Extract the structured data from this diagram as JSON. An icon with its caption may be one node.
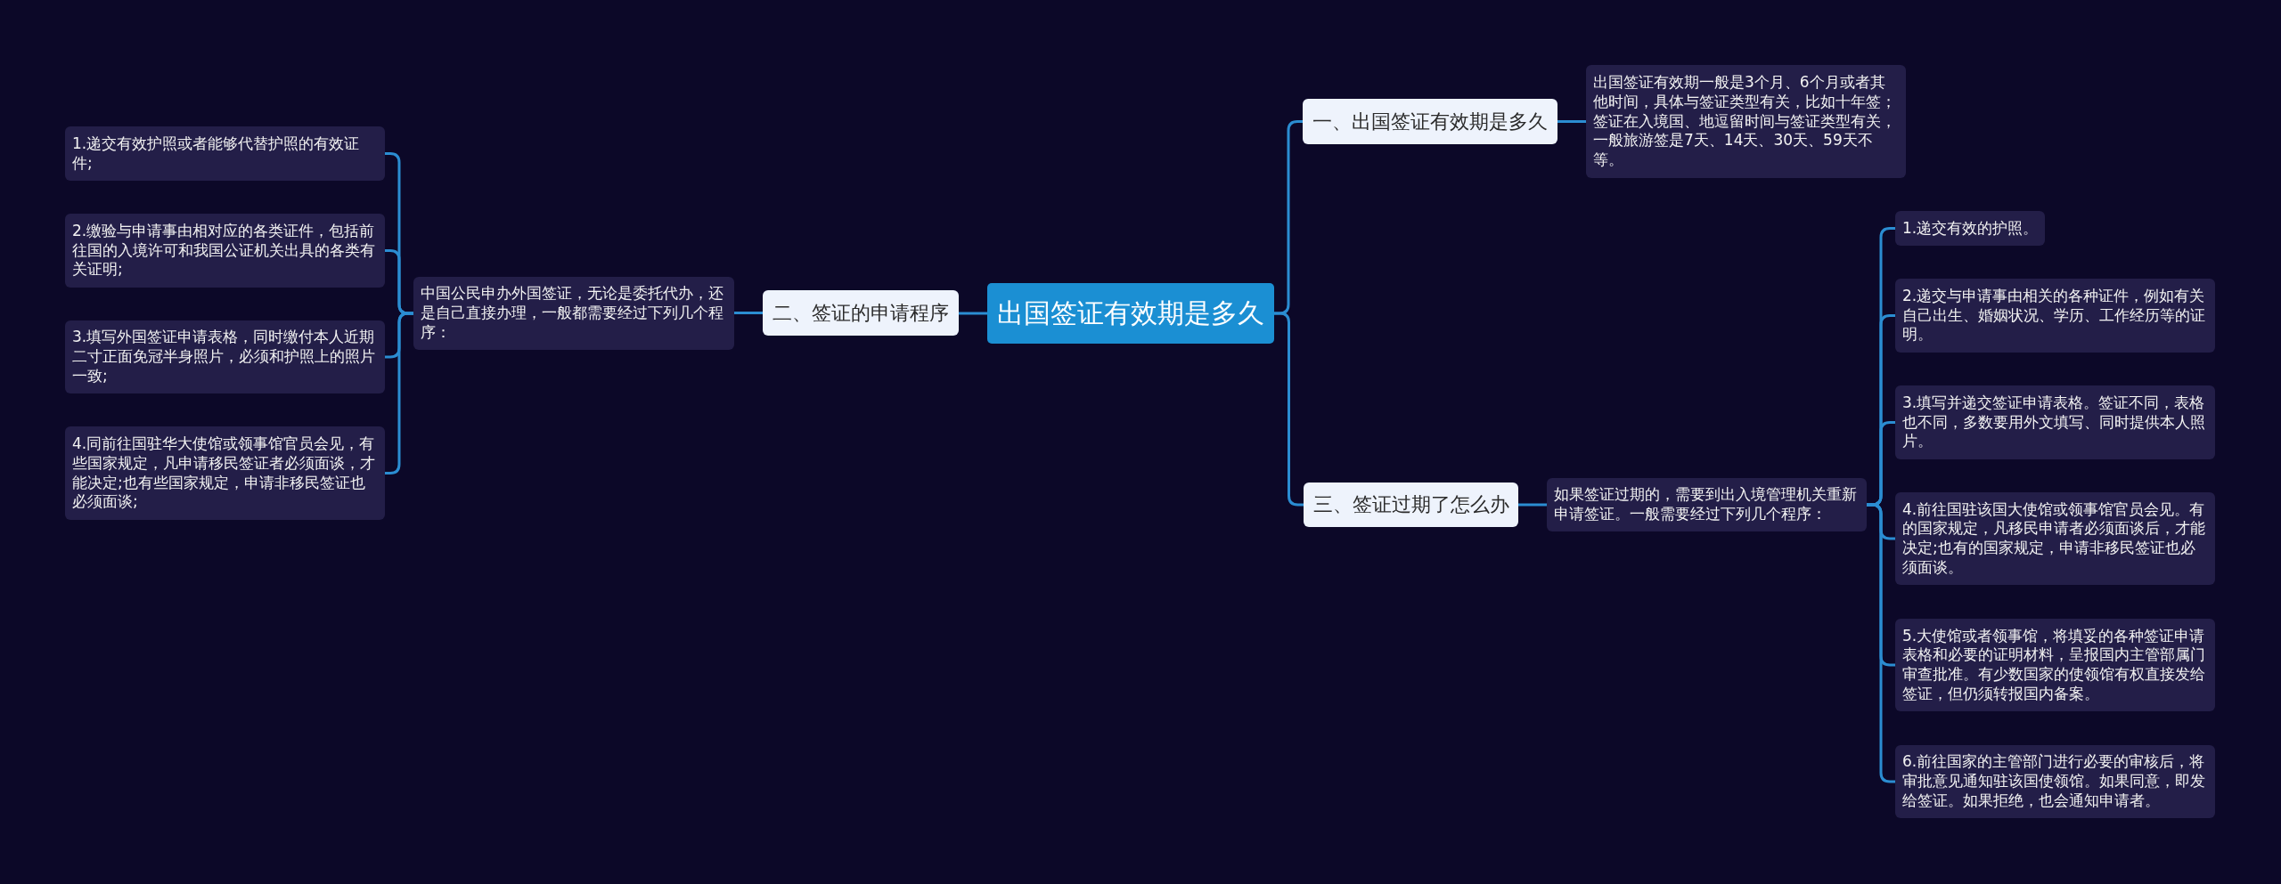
{
  "diagram": {
    "nodes": [
      {
        "text": [
          "出国签证有效期是多久"
        ]
      },
      {
        "text": [
          "一、出国签证有效期是多久"
        ]
      },
      {
        "text": [
          "出国签证有效期一般是3个月、6个月或者其他时间，具体与签证类型有关，比如十年签；签证在入境国、地逗留时间与签证类型有关，一般旅游签是7天、14天、30天、59天不等。"
        ]
      },
      {
        "text": [
          "二、签证的申请程序"
        ]
      },
      {
        "text": [
          "中国公民申办外国签证，无论是委托代办，还是自己直接办理，一般都需要经过下列几个程序："
        ]
      },
      {
        "text": [
          "1.递交有效护照或者能够代替护照的有效证件;"
        ]
      },
      {
        "text": [
          "2.缴验与申请事由相对应的各类证件，包括前往国的入境许可和我国公证机关出具的各类有关证明;"
        ]
      },
      {
        "text": [
          "3.填写外国签证申请表格，同时缴付本人近期二寸正面免冠半身照片，必须和护照上的照片一致;"
        ]
      },
      {
        "text": [
          "4.同前往国驻华大使馆或领事馆官员会见，有些国家规定，凡申请移民签证者必须面谈，才能决定;也有些国家规定，申请非移民签证也必须面谈;"
        ]
      },
      {
        "text": [
          "三、签证过期了怎么办"
        ]
      },
      {
        "text": [
          "如果签证过期的，需要到出入境管理机关重新申请签证。一般需要经过下列几个程序："
        ]
      },
      {
        "text": [
          "1.递交有效的护照。"
        ]
      },
      {
        "text": [
          "2.递交与申请事由相关的各种证件，例如有关自己出生、婚姻状况、学历、工作经历等的证明。"
        ]
      },
      {
        "text": [
          "3.填写并递交签证申请表格。签证不同，表格也不同，多数要用外文填写、同时提供本人照片。"
        ]
      },
      {
        "text": [
          "4.前往国驻该国大使馆或领事馆官员会见。有的国家规定，凡移民申请者必须面谈后，才能决定;也有的国家规定，申请非移民签证也必须面谈。"
        ]
      },
      {
        "text": [
          "5.大使馆或者领事馆，将填妥的各种签证申请表格和必要的证明材料，呈报国内主管部属门审查批准。有少数国家的使领馆有权直接发给签证，但仍须转报国内备案。"
        ]
      },
      {
        "text": [
          "6.前往国家的主管部门进行必要的审核后，将审批意见通知驻该国使领馆。如果同意，即发给签证。如果拒绝，也会通知申请者。"
        ]
      }
    ],
    "edges": [
      {
        "from": 0,
        "to": 1,
        "arrow": "none"
      },
      {
        "from": 1,
        "to": 2,
        "arrow": "none"
      },
      {
        "from": 0,
        "to": 3,
        "arrow": "none"
      },
      {
        "from": 3,
        "to": 4,
        "arrow": "none"
      },
      {
        "from": 4,
        "to": 5,
        "arrow": "none"
      },
      {
        "from": 4,
        "to": 6,
        "arrow": "none"
      },
      {
        "from": 4,
        "to": 7,
        "arrow": "none"
      },
      {
        "from": 4,
        "to": 8,
        "arrow": "none"
      },
      {
        "from": 0,
        "to": 9,
        "arrow": "none"
      },
      {
        "from": 9,
        "to": 10,
        "arrow": "none"
      },
      {
        "from": 10,
        "to": 11,
        "arrow": "none"
      },
      {
        "from": 10,
        "to": 12,
        "arrow": "none"
      },
      {
        "from": 10,
        "to": 13,
        "arrow": "none"
      },
      {
        "from": 10,
        "to": 14,
        "arrow": "none"
      },
      {
        "from": 10,
        "to": 15,
        "arrow": "none"
      },
      {
        "from": 10,
        "to": 16,
        "arrow": "none"
      }
    ]
  }
}
